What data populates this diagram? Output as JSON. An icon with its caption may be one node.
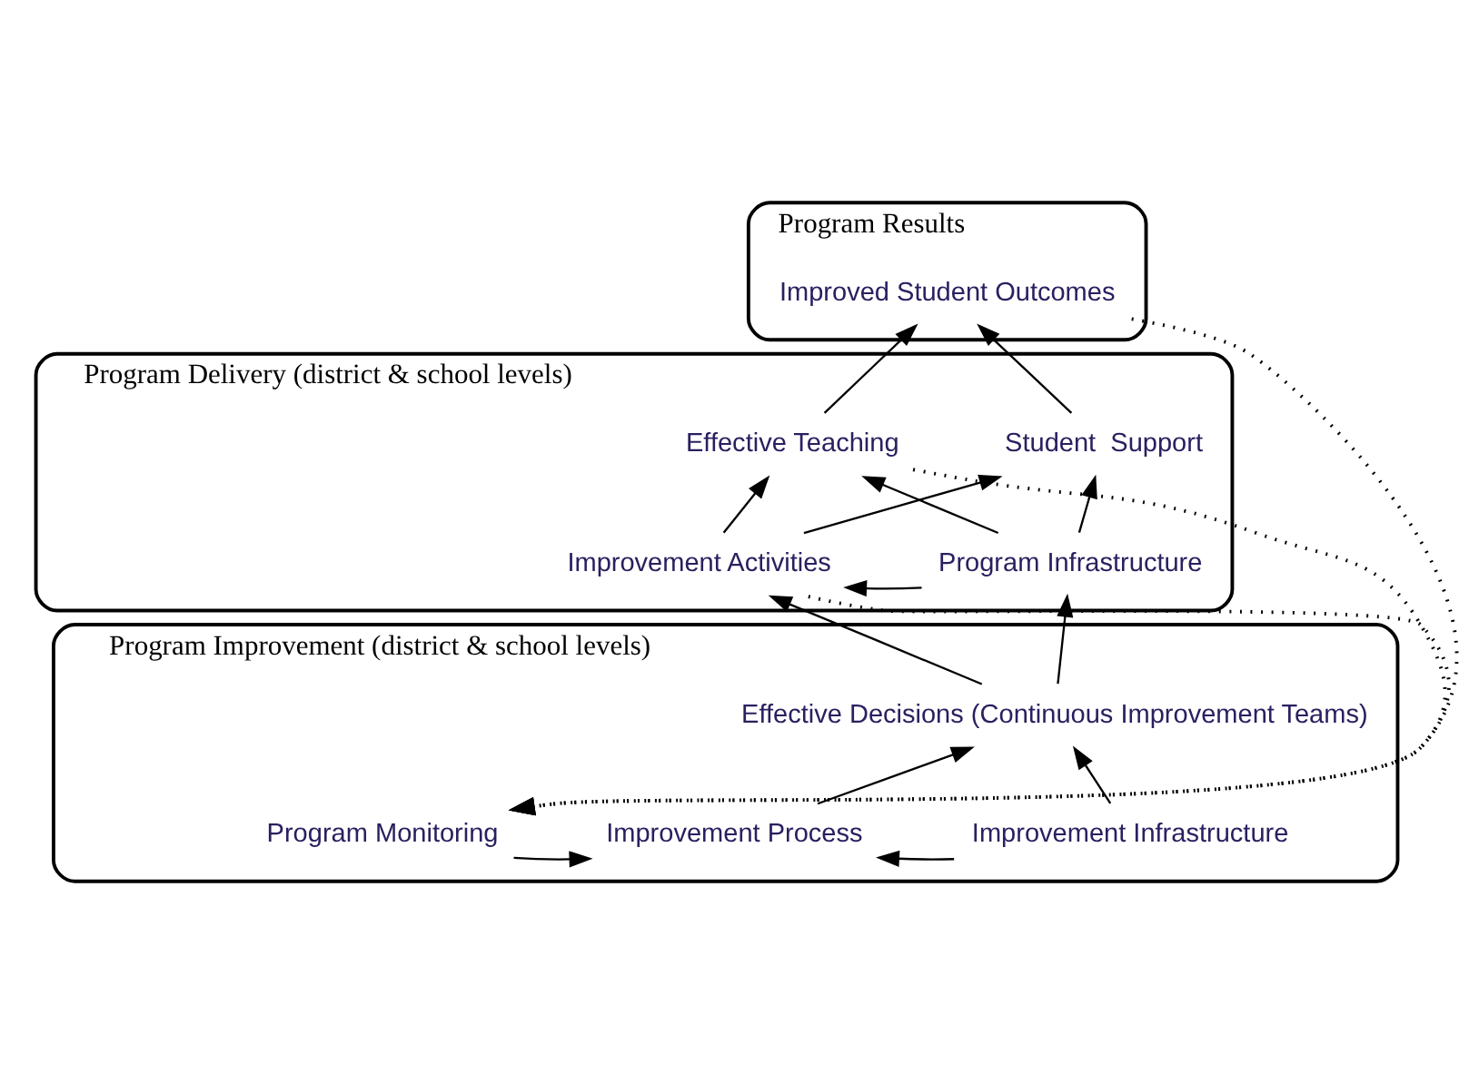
{
  "diagram": {
    "nodes": [
      {
        "text": [
          "Program Results"
        ]
      },
      {
        "text": [
          "Improved Student Outcomes"
        ],
        "in": 0
      },
      {
        "text": [
          "Program Delivery (district & school levels)"
        ]
      },
      {
        "text": [
          "Effective Teaching"
        ],
        "in": 2
      },
      {
        "text": [
          "Student  Support"
        ],
        "in": 2
      },
      {
        "text": [
          "Improvement Activities"
        ],
        "in": 2
      },
      {
        "text": [
          "Program Infrastructure"
        ],
        "in": 2
      },
      {
        "text": [
          "Program Improvement (district & school levels)"
        ]
      },
      {
        "text": [
          "Effective Decisions (Continuous Improvement Teams)"
        ],
        "in": 7
      },
      {
        "text": [
          "Program Monitoring"
        ],
        "in": 7
      },
      {
        "text": [
          "Improvement Process"
        ],
        "in": 7
      },
      {
        "text": [
          "Improvement Infrastructure"
        ],
        "in": 7
      }
    ],
    "edges": [
      {
        "from": 3,
        "to": 1,
        "arrow": "to"
      },
      {
        "from": 4,
        "to": 1,
        "arrow": "to"
      },
      {
        "from": 5,
        "to": 3,
        "arrow": "to"
      },
      {
        "from": 5,
        "to": 4,
        "arrow": "to"
      },
      {
        "from": 6,
        "to": 3,
        "arrow": "to"
      },
      {
        "from": 6,
        "to": 4,
        "arrow": "to"
      },
      {
        "from": 6,
        "to": 5,
        "arrow": "to"
      },
      {
        "from": 8,
        "to": 5,
        "arrow": "to"
      },
      {
        "from": 8,
        "to": 6,
        "arrow": "to"
      },
      {
        "from": 10,
        "to": 8,
        "arrow": "to"
      },
      {
        "from": 11,
        "to": 8,
        "arrow": "to"
      },
      {
        "from": 9,
        "to": 10,
        "arrow": "to"
      },
      {
        "from": 11,
        "to": 10,
        "arrow": "to"
      },
      {
        "from": 1,
        "to": 9,
        "arrow": "to",
        "style": "dashed"
      },
      {
        "from": 3,
        "to": 9,
        "arrow": "to",
        "style": "dashed"
      },
      {
        "from": 5,
        "to": 9,
        "arrow": "to",
        "style": "dashed"
      }
    ]
  }
}
